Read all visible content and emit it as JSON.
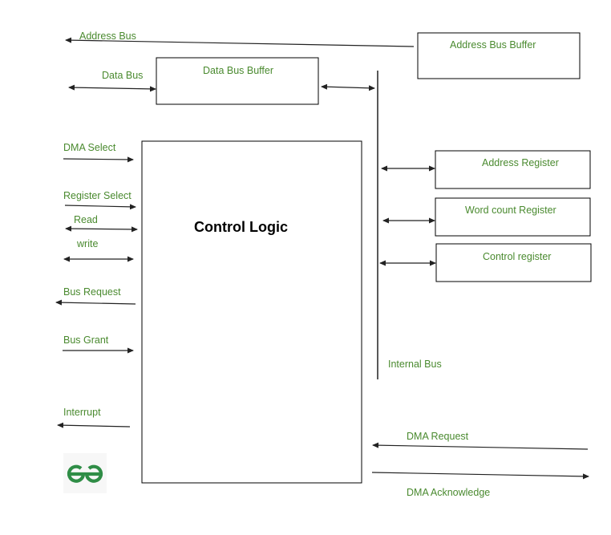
{
  "diagram": {
    "blocks": {
      "control_logic": "Control Logic",
      "data_bus_buffer": "Data Bus Buffer",
      "address_bus_buffer": "Address Bus Buffer",
      "address_register": "Address Register",
      "word_count_register": "Word count Register",
      "control_register": "Control register"
    },
    "signals": {
      "address_bus": "Address Bus",
      "data_bus": "Data Bus",
      "dma_select": "DMA Select",
      "register_select": "Register Select",
      "read": "Read",
      "write": "write",
      "bus_request": "Bus Request",
      "bus_grant": "Bus Grant",
      "interrupt": "Interrupt",
      "internal_bus": "Internal Bus",
      "dma_request": "DMA Request",
      "dma_acknowledge": "DMA Acknowledge"
    },
    "brand_color": "#2f8d46",
    "label_color": "#4a8a2f"
  }
}
